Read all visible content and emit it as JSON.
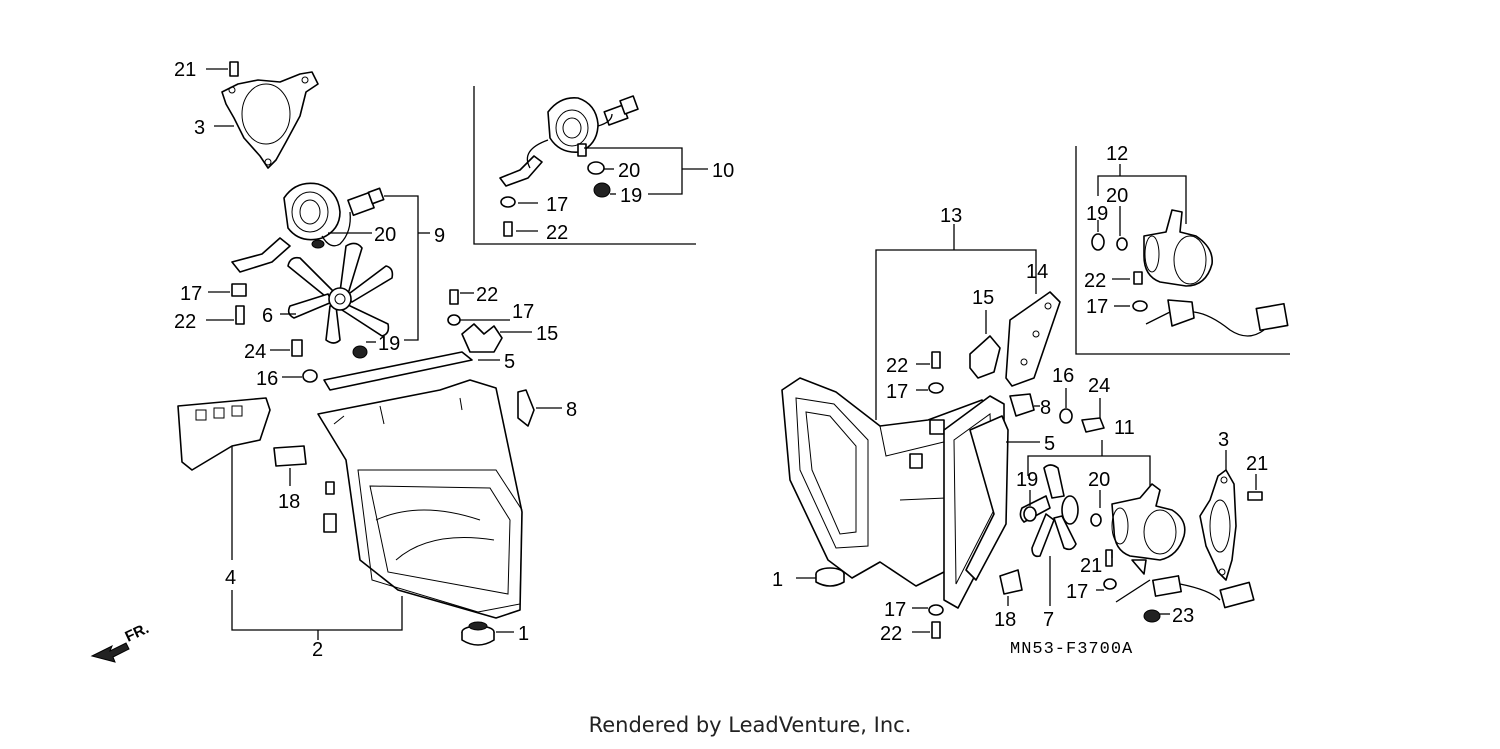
{
  "diagram": {
    "code": "MN53-F3700A",
    "direction_label": "FR.",
    "left_group": {
      "callouts": [
        "21",
        "3",
        "20",
        "9",
        "17",
        "22",
        "6",
        "19",
        "24",
        "16",
        "22",
        "17",
        "15",
        "5",
        "8",
        "18",
        "4",
        "2",
        "1"
      ]
    },
    "inset_left": {
      "callouts": [
        "20",
        "10",
        "19",
        "17",
        "22"
      ]
    },
    "center_group": {
      "callouts": [
        "13",
        "14",
        "15",
        "22",
        "17",
        "16",
        "24",
        "8",
        "5",
        "11",
        "19",
        "20",
        "21",
        "17",
        "23",
        "1",
        "17",
        "22",
        "18",
        "7"
      ]
    },
    "inset_right": {
      "callouts": [
        "12",
        "19",
        "20",
        "22",
        "17"
      ]
    },
    "right_group": {
      "callouts": [
        "3",
        "21"
      ]
    }
  },
  "footer": {
    "text": "Rendered by LeadVenture, Inc."
  }
}
